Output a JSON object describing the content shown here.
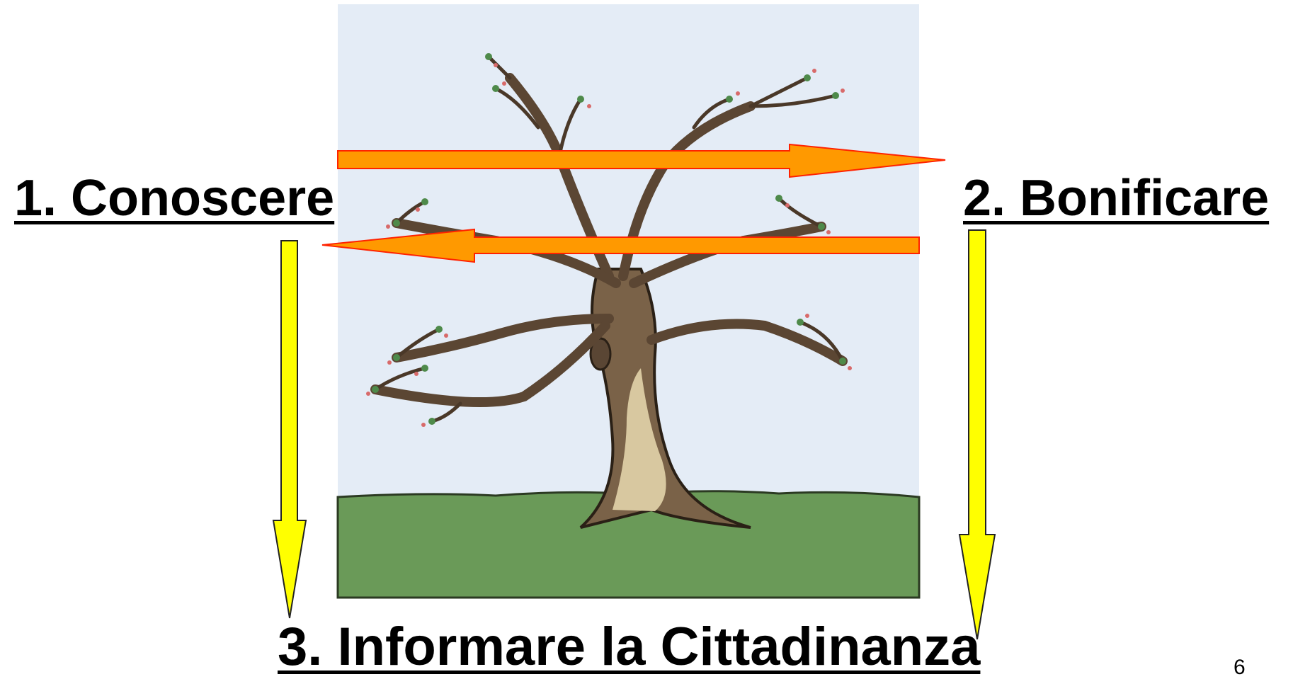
{
  "slide": {
    "heading_1": "1. Conoscere",
    "heading_2": "2. Bonificare",
    "heading_3": "3. Informare la Cittadinanza",
    "page_number": "6"
  },
  "colors": {
    "sky": "#e4ecf6",
    "grass": "#6a9a58",
    "horizontal_arrow_fill": "#ff9900",
    "horizontal_arrow_stroke": "#ff2200",
    "vertical_arrow_fill": "#ffff00",
    "vertical_arrow_stroke": "#222222",
    "trunk": "#7a6248",
    "trunk_light": "#d8c8a0"
  },
  "illustration": {
    "subject": "tree-icon",
    "arrows": [
      "arrow-right-icon",
      "arrow-left-icon",
      "arrow-down-icon",
      "arrow-down-icon"
    ]
  }
}
